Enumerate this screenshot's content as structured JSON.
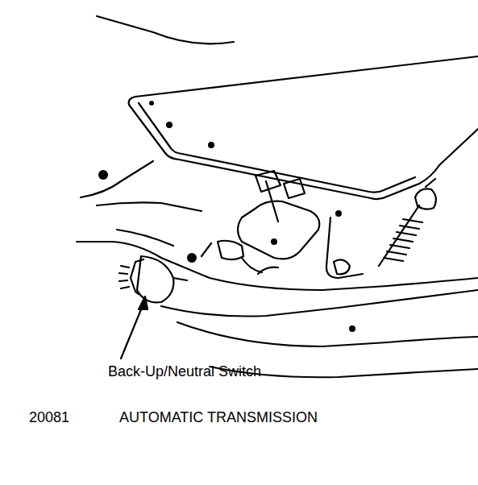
{
  "diagram": {
    "caption": "AUTOMATIC TRANSMISSION",
    "labels": [
      "Back-Up/Neutral Switch",
      "20081"
    ]
  }
}
